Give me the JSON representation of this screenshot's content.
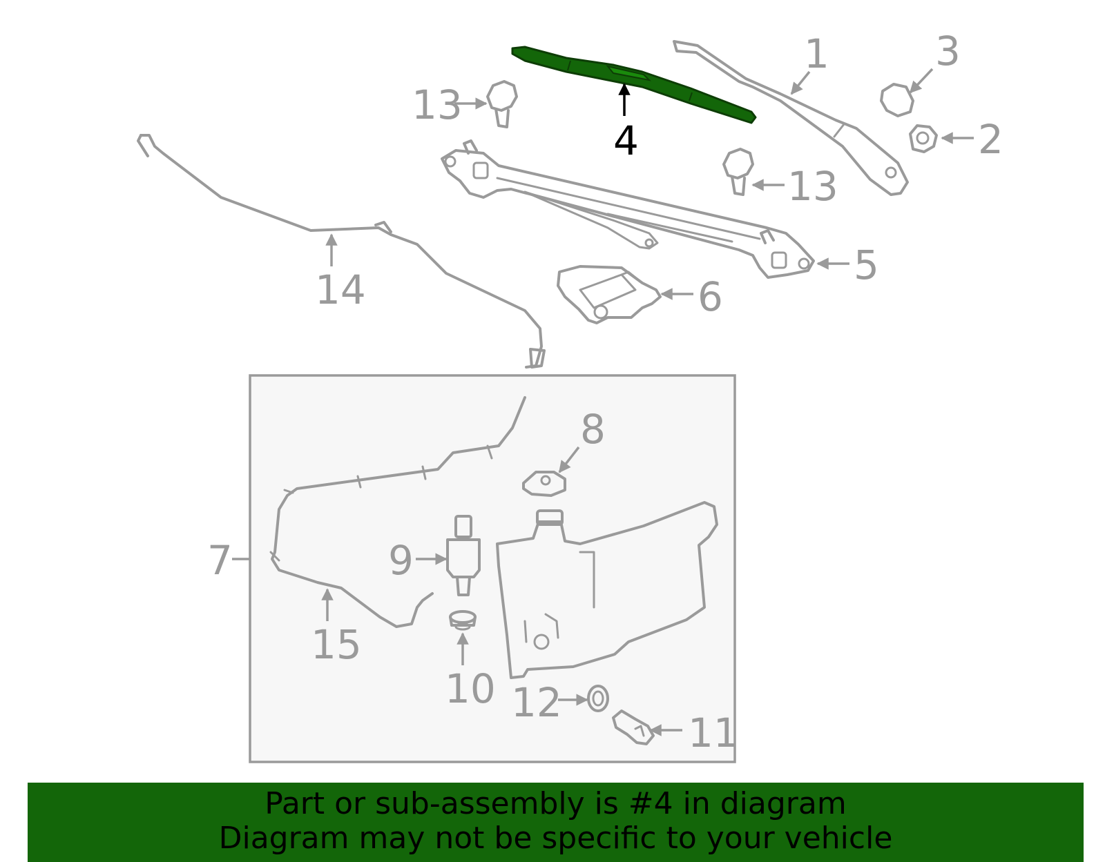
{
  "colors": {
    "highlight": "#136609",
    "part_stroke": "#9a9a9a",
    "banner_bg": "#136609",
    "inset_bg": "#f7f7f7"
  },
  "callouts": {
    "c1": "1",
    "c2": "2",
    "c3": "3",
    "c4": "4",
    "c5": "5",
    "c6": "6",
    "c7": "7",
    "c8": "8",
    "c9": "9",
    "c10": "10",
    "c11": "11",
    "c12": "12",
    "c13a": "13",
    "c13b": "13",
    "c14": "14",
    "c15": "15"
  },
  "highlighted_part": "4",
  "banner": {
    "line1": "Part or sub-assembly is #4 in diagram",
    "line2": "Diagram may not be specific to your vehicle"
  }
}
